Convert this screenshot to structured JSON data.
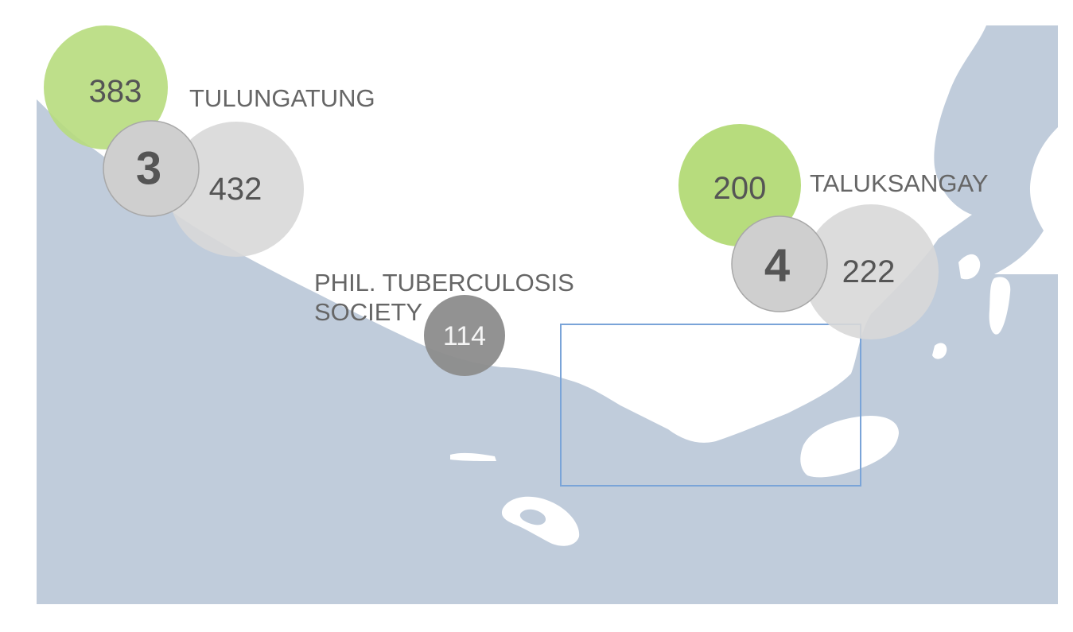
{
  "colors": {
    "sea": "#c0ccdb",
    "land": "#ffffff",
    "green_circle": "#b7dc7d",
    "light_circle": "#d8d8d8",
    "mid_circle": "#cfcfcf",
    "dark_circle": "#8c8c8c",
    "selection_box": "#7aa4d8"
  },
  "markers": [
    {
      "name": "TULUNGATUNG",
      "green_value": "383",
      "gray_value": "432",
      "count": "3"
    },
    {
      "name": "TALUKSANGAY",
      "green_value": "200",
      "gray_value": "222",
      "count": "4"
    },
    {
      "name_line1": "PHIL. TUBERCULOSIS",
      "name_line2": "SOCIETY",
      "value": "114"
    }
  ]
}
